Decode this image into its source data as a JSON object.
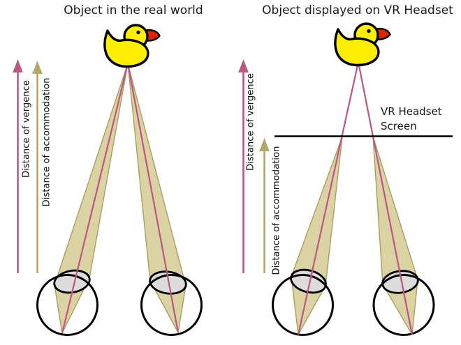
{
  "left_panel": {
    "title": "Object in the real world",
    "vergence_label": "Distance of vergence",
    "accommodation_label": "Distance of accommodation"
  },
  "right_panel": {
    "title": "Object displayed on VR Headset",
    "vergence_label": "Distance of vergence",
    "accommodation_label": "Distance of accommodation",
    "screen_label_line1": "VR Headset",
    "screen_label_line2": "Screen"
  },
  "colors": {
    "vergence_pink": "#be5683",
    "accommodation_tan": "#b3a76b",
    "cone_fill": "#dcd3a4",
    "cone_edge": "#a89e62",
    "lens_gray": "#dcdcdc",
    "duck_yellow": "#ffee00",
    "beak_red": "#dd2200",
    "line_black": "#000000",
    "text_black": "#1a1a1a"
  }
}
